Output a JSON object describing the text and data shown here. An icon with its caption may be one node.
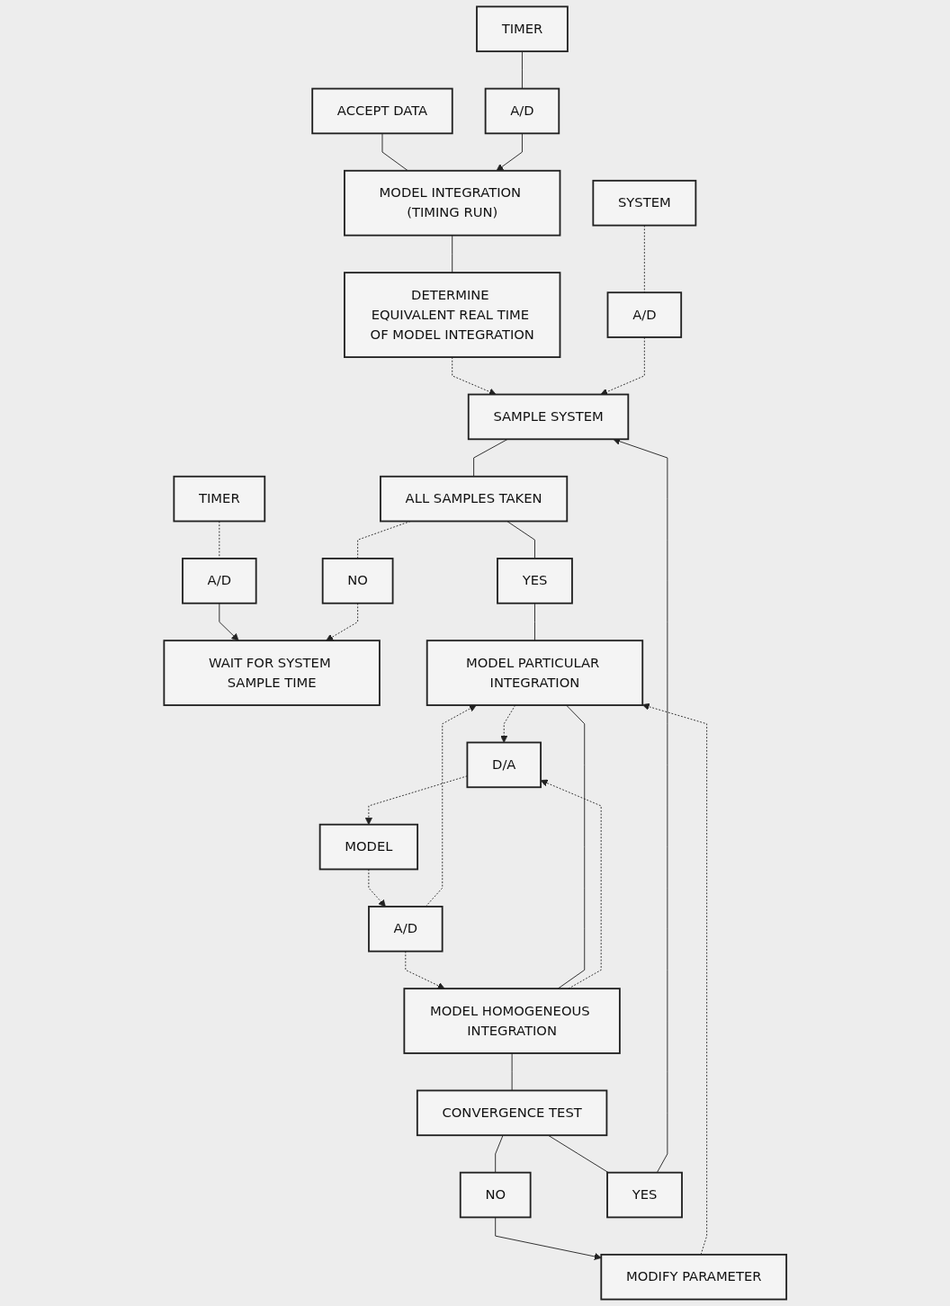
{
  "diagram": {
    "nodes": [
      {
        "text": [
          "ACCEPT DATA"
        ]
      },
      {
        "text": [
          "MODEL INTEGRATION (TIMING RUN)"
        ]
      },
      {
        "text": [
          "A/D"
        ]
      },
      {
        "text": [
          "TIMER"
        ]
      },
      {
        "text": [
          "DETERMINE EQUIVALENT REAL TIME OF MODEL INTEGRATION"
        ]
      },
      {
        "text": [
          "WAIT FOR SYSTEM SAMPLE TIME"
        ]
      },
      {
        "text": [
          "A/D"
        ]
      },
      {
        "text": [
          "TIMER"
        ]
      },
      {
        "text": [
          "SAMPLE SYSTEM"
        ]
      },
      {
        "text": [
          "A/D"
        ]
      },
      {
        "text": [
          "SYSTEM"
        ]
      },
      {
        "text": [
          "NO"
        ]
      },
      {
        "text": [
          "ALL SAMPLES TAKEN"
        ]
      },
      {
        "text": [
          "YES"
        ]
      },
      {
        "text": [
          "MODEL PARTICULAR INTEGRATION"
        ]
      },
      {
        "text": [
          "A/D"
        ]
      },
      {
        "text": [
          "MODEL"
        ]
      },
      {
        "text": [
          "MODIFY PARAMETER"
        ]
      },
      {
        "text": [
          "MODEL HOMOGENEOUS INTEGRATION"
        ]
      },
      {
        "text": [
          "D/A"
        ]
      },
      {
        "text": [
          "NO"
        ]
      },
      {
        "text": [
          "CONVERGENCE TEST"
        ]
      },
      {
        "text": [
          "YES"
        ]
      }
    ],
    "edges": [
      {
        "from": 0,
        "to": 1,
        "arrow": "none"
      },
      {
        "from": 2,
        "to": 1,
        "arrow": "to"
      },
      {
        "from": 3,
        "to": 2,
        "arrow": "none"
      },
      {
        "from": 1,
        "to": 4,
        "arrow": "none"
      },
      {
        "from": 4,
        "to": 8,
        "arrow": "to",
        "style": "dashed"
      },
      {
        "from": 6,
        "to": 5,
        "arrow": "to"
      },
      {
        "from": 7,
        "to": 6,
        "arrow": "none",
        "style": "dashed"
      },
      {
        "from": 9,
        "to": 8,
        "arrow": "to",
        "style": "dashed"
      },
      {
        "from": 10,
        "to": 9,
        "arrow": "none",
        "style": "dashed"
      },
      {
        "from": 8,
        "to": 12,
        "arrow": "none"
      },
      {
        "from": 12,
        "to": 11,
        "arrow": "none",
        "style": "dashed"
      },
      {
        "from": 11,
        "to": 5,
        "arrow": "to",
        "style": "dashed"
      },
      {
        "from": 12,
        "to": 13,
        "arrow": "none"
      },
      {
        "from": 13,
        "to": 14,
        "arrow": "none"
      },
      {
        "from": 15,
        "to": 14,
        "arrow": "to",
        "style": "dashed"
      },
      {
        "from": 16,
        "to": 15,
        "arrow": "to",
        "style": "dashed"
      },
      {
        "from": 14,
        "to": 19,
        "arrow": "to",
        "style": "dashed"
      },
      {
        "from": 18,
        "to": 19,
        "arrow": "to",
        "style": "dashed"
      },
      {
        "from": 15,
        "to": 18,
        "arrow": "to",
        "style": "dashed"
      },
      {
        "from": 19,
        "to": 16,
        "arrow": "to",
        "style": "dashed"
      },
      {
        "from": 14,
        "to": 18,
        "arrow": "none"
      },
      {
        "from": 17,
        "to": 14,
        "arrow": "to",
        "style": "dashed"
      },
      {
        "from": 18,
        "to": 21,
        "arrow": "none"
      },
      {
        "from": 21,
        "to": 20,
        "arrow": "none"
      },
      {
        "from": 20,
        "to": 17,
        "arrow": "to"
      },
      {
        "from": 21,
        "to": 22,
        "arrow": "none"
      },
      {
        "from": 22,
        "to": 8,
        "arrow": "to"
      }
    ]
  }
}
